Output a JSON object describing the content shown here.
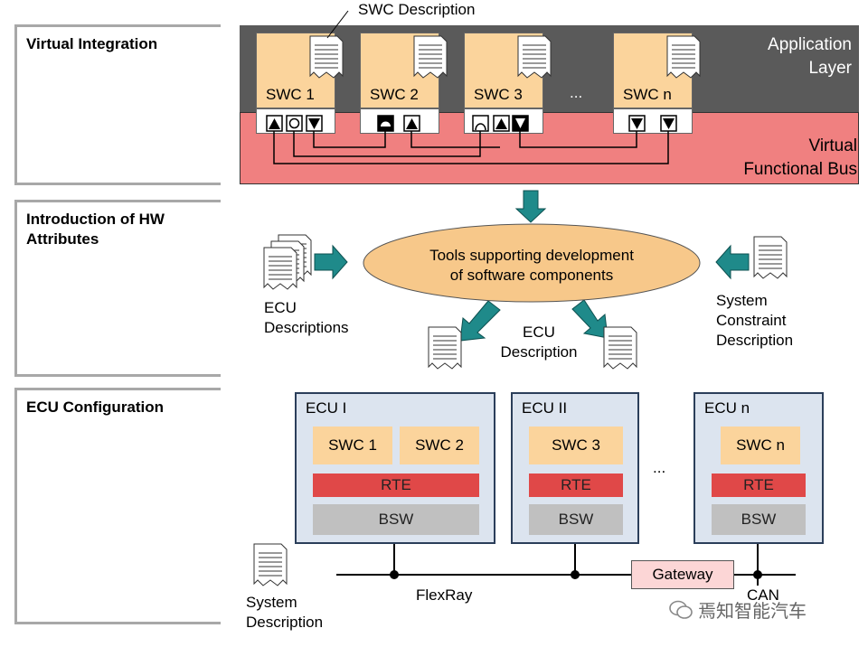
{
  "stages": [
    {
      "title": "Virtual Integration"
    },
    {
      "title": "Introduction of HW\nAttributes"
    },
    {
      "title": "ECU Configuration"
    }
  ],
  "application_layer": {
    "swc_description_label": "SWC Description",
    "layer_label": "Application\nLayer",
    "bus_label": "Virtual\nFunctional Bus",
    "components": [
      "SWC 1",
      "SWC 2",
      "SWC 3",
      "SWC n"
    ],
    "ellipsis": "..."
  },
  "tools": {
    "label": "Tools supporting development\nof software components",
    "ecu_descriptions": "ECU\nDescriptions",
    "ecu_description": "ECU\nDescription",
    "system_constraint": "System\nConstraint\nDescription"
  },
  "ecus": [
    {
      "name": "ECU I",
      "swcs": [
        "SWC 1",
        "SWC 2"
      ],
      "rte": "RTE",
      "bsw": "BSW"
    },
    {
      "name": "ECU II",
      "swcs": [
        "SWC 3"
      ],
      "rte": "RTE",
      "bsw": "BSW"
    },
    {
      "name": "ECU n",
      "swcs": [
        "SWC n"
      ],
      "rte": "RTE",
      "bsw": "BSW"
    }
  ],
  "network": {
    "ellipsis": "...",
    "flexray": "FlexRay",
    "gateway": "Gateway",
    "can": "CAN",
    "system_description": "System\nDescription"
  },
  "watermark": "焉知智能汽车",
  "colors": {
    "swc": "#fbd49c",
    "application_bg": "#5a5a5a",
    "bus_bg": "#f08080",
    "rte": "#e04848",
    "bsw": "#c0c0c0",
    "ecu_bg": "#dce4ef",
    "arrow": "#1f8a8a",
    "tools_ellipse": "#f7c88a"
  }
}
